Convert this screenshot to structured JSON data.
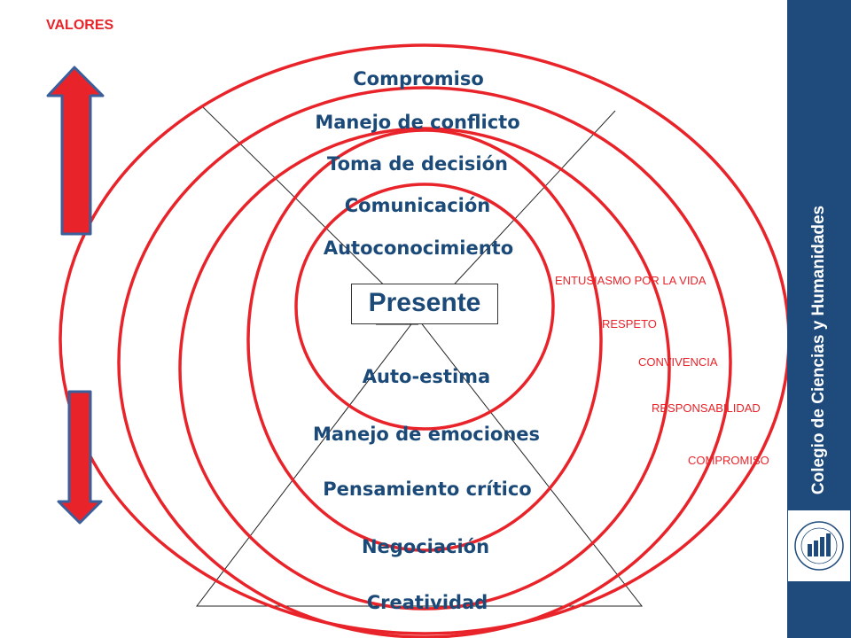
{
  "slide": {
    "valores_label": "VALORES",
    "center_word": "Presente",
    "skills_upper": [
      "Compromiso",
      "Manejo de conflicto",
      "Toma de decisión",
      "Comunicación",
      "Autoconocimiento"
    ],
    "skills_lower": [
      "Auto-estima",
      "Manejo de emociones",
      "Pensamiento crítico",
      "Negociación",
      "Creatividad"
    ],
    "values_list": [
      "ENTUSIASMO POR LA VIDA",
      "RESPETO",
      "CONVIVENCIA",
      "RESPONSABILIDAD",
      "COMPROMISO"
    ],
    "sidebar_title": "Colegio de Ciencias y Humanidades",
    "logo_icon": "cch-logo-icon"
  },
  "colors": {
    "circle": "#e8242a",
    "arrow_fill": "#e8242a",
    "arrow_stroke": "#3a5f9b",
    "skill_text": "#1b4a78",
    "value_text": "#e8242a",
    "sidebar": "#1e4a7c"
  }
}
